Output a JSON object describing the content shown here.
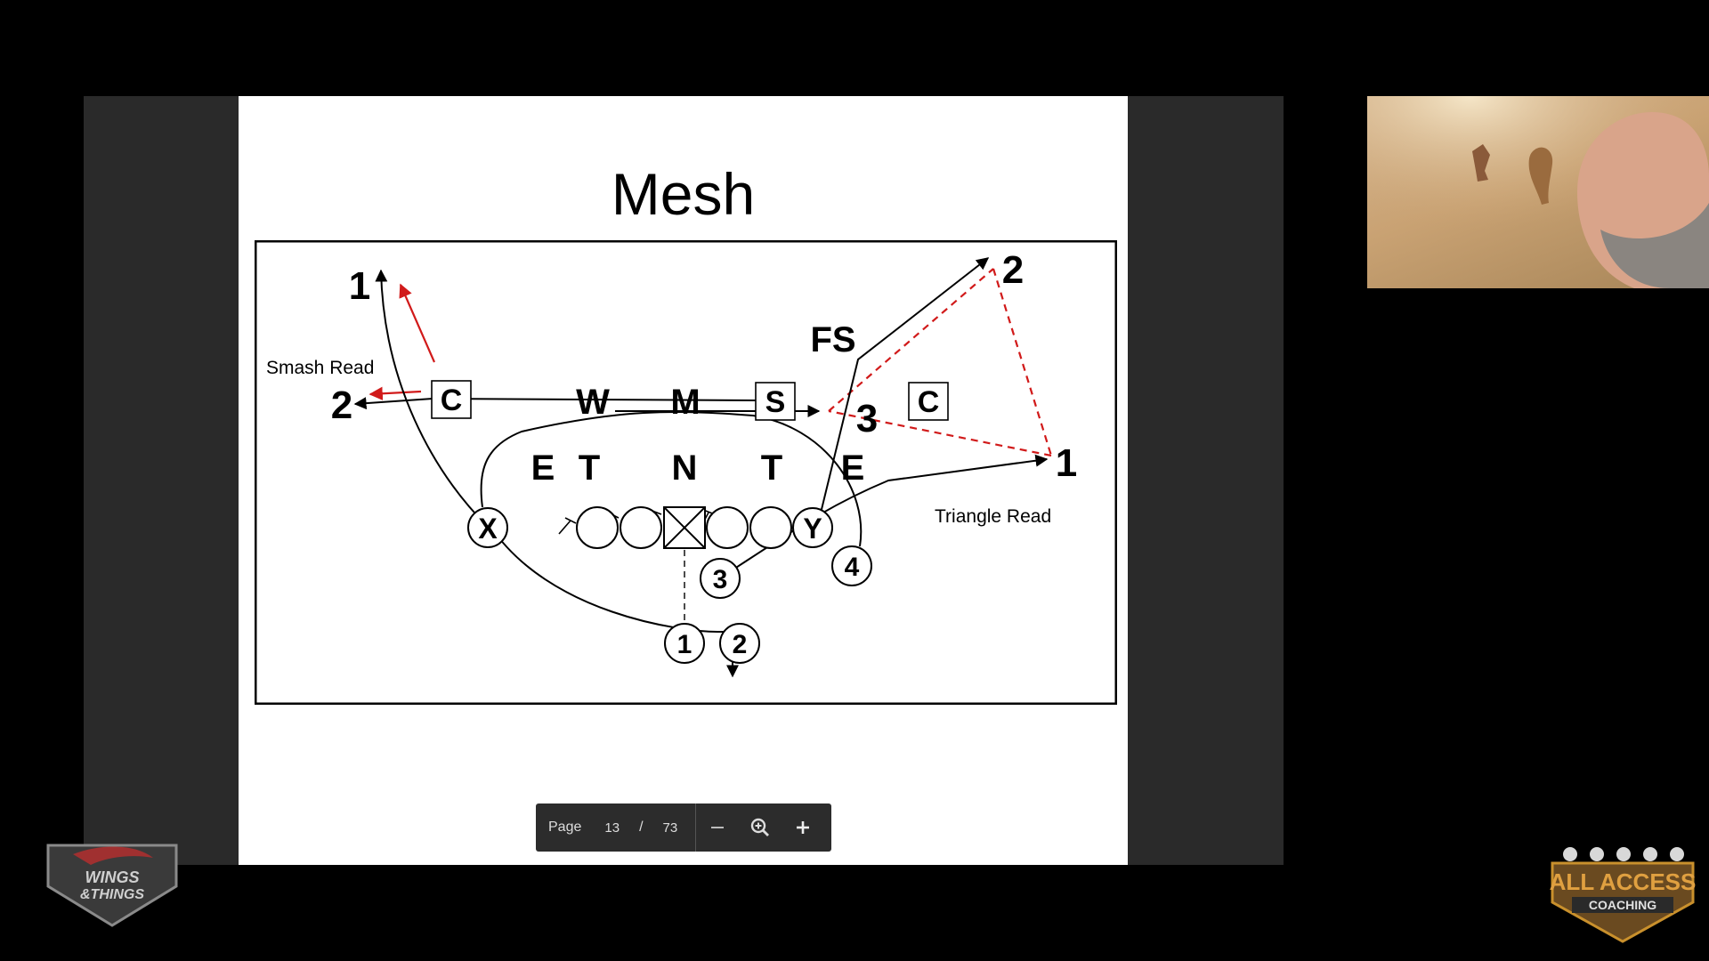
{
  "slide": {
    "title": "Mesh"
  },
  "diagram": {
    "notes": {
      "smash_read": "Smash Read",
      "triangle_read": "Triangle Read"
    },
    "defense": {
      "c1": "C",
      "c2": "C",
      "s": "S",
      "w": "W",
      "m": "M",
      "fs": "FS",
      "e1": "E",
      "t1": "T",
      "n": "N",
      "t2": "T",
      "e2": "E"
    },
    "offense": {
      "x": "X",
      "y": "Y",
      "back3": "3",
      "back4": "4",
      "back1": "1",
      "back2": "2"
    },
    "route_numbers": {
      "left_1": "1",
      "left_2": "2",
      "right_2": "2",
      "mid_3": "3",
      "right_1": "1"
    }
  },
  "toolbar": {
    "page_label": "Page",
    "current_page": "13",
    "separator": "/",
    "total_pages": "73"
  },
  "logos": {
    "left_text": "WINGS & THINGS",
    "right_text_1": "ALL ACCESS",
    "right_text_2": "COACHING"
  },
  "colors": {
    "route_red": "#d11a1a",
    "toolbar_bg": "#2c2c2c"
  }
}
